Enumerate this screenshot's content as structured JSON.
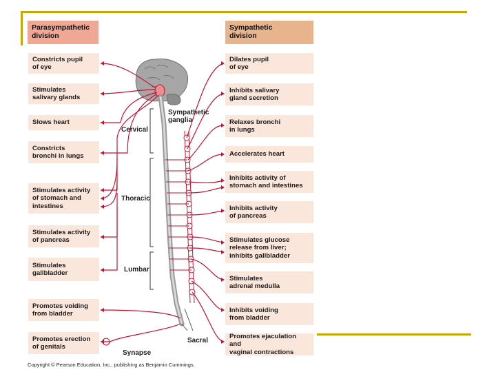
{
  "headers": {
    "parasympathetic": "Parasympathetic\ndivision",
    "sympathetic": "Sympathetic\ndivision"
  },
  "parasympathetic_effects": [
    "Constricts pupil\nof eye",
    "Stimulates\nsalivary glands",
    "Slows heart",
    "Constricts\nbronchi in lungs",
    "Stimulates activity\nof stomach and\nintestines",
    "Stimulates activity\nof pancreas",
    "Stimulates\ngallbladder",
    "Promotes voiding\nfrom bladder",
    "Promotes erection\nof genitals"
  ],
  "sympathetic_effects": [
    "Dilates pupil\nof eye",
    "Inhibits salivary\ngland secretion",
    "Relaxes bronchi\nin lungs",
    "Accelerates heart",
    "Inhibits activity of\nstomach and intestines",
    "Inhibits activity\nof pancreas",
    "Stimulates glucose\nrelease from liver;\ninhibits gallbladder",
    "Stimulates\nadrenal medulla",
    "Inhibits voiding\nfrom bladder",
    "Promotes ejaculation and\nvaginal contractions"
  ],
  "regions": {
    "cervical": "Cervical",
    "thoracic": "Thoracic",
    "lumbar": "Lumbar",
    "sacral": "Sacral"
  },
  "labels": {
    "sympathetic_ganglia": "Sympathetic\nganglia",
    "synapse": "Synapse",
    "copyright": "Copyright © Pearson Education, Inc., publishing as Benjamin Cummings."
  },
  "colors": {
    "nerve": "#c8102e",
    "brain": "#9a9a9a",
    "frame": "#c8a800",
    "para_header": "#f0a894",
    "symp_header": "#e8b48e",
    "box": "#fbe6dc"
  }
}
